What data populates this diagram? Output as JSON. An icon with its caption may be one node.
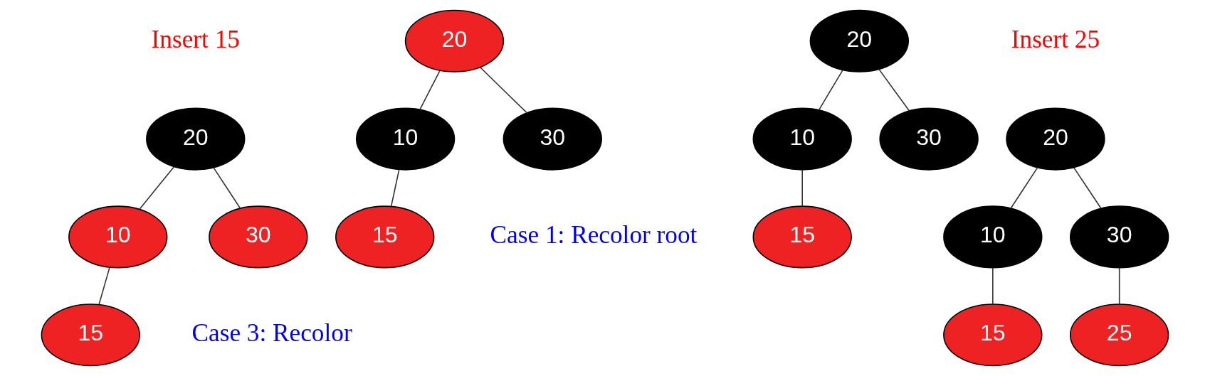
{
  "diagram": {
    "nodes": [
      {
        "text": [
          "20"
        ]
      },
      {
        "text": [
          "10"
        ]
      },
      {
        "text": [
          "30"
        ]
      },
      {
        "text": [
          "15"
        ]
      },
      {
        "text": [
          "20"
        ]
      },
      {
        "text": [
          "10"
        ]
      },
      {
        "text": [
          "30"
        ]
      },
      {
        "text": [
          "15"
        ]
      },
      {
        "text": [
          "20"
        ]
      },
      {
        "text": [
          "10"
        ]
      },
      {
        "text": [
          "30"
        ]
      },
      {
        "text": [
          "15"
        ]
      },
      {
        "text": [
          "20"
        ]
      },
      {
        "text": [
          "10"
        ]
      },
      {
        "text": [
          "30"
        ]
      },
      {
        "text": [
          "15"
        ]
      },
      {
        "text": [
          "25"
        ]
      }
    ],
    "edges": [
      {
        "from": 0,
        "to": 1,
        "arrow": "none"
      },
      {
        "from": 0,
        "to": 2,
        "arrow": "none"
      },
      {
        "from": 1,
        "to": 3,
        "arrow": "none"
      },
      {
        "from": 4,
        "to": 5,
        "arrow": "none"
      },
      {
        "from": 4,
        "to": 6,
        "arrow": "none"
      },
      {
        "from": 5,
        "to": 7,
        "arrow": "none"
      },
      {
        "from": 8,
        "to": 9,
        "arrow": "none"
      },
      {
        "from": 8,
        "to": 10,
        "arrow": "none"
      },
      {
        "from": 9,
        "to": 11,
        "arrow": "none"
      },
      {
        "from": 12,
        "to": 13,
        "arrow": "none"
      },
      {
        "from": 12,
        "to": 14,
        "arrow": "none"
      },
      {
        "from": 13,
        "to": 15,
        "arrow": "none"
      },
      {
        "from": 14,
        "to": 16,
        "arrow": "none"
      }
    ],
    "labels": [
      "Insert 15",
      "Case 3: Recolor",
      "Case 1: Recolor root",
      "Insert 25"
    ]
  }
}
